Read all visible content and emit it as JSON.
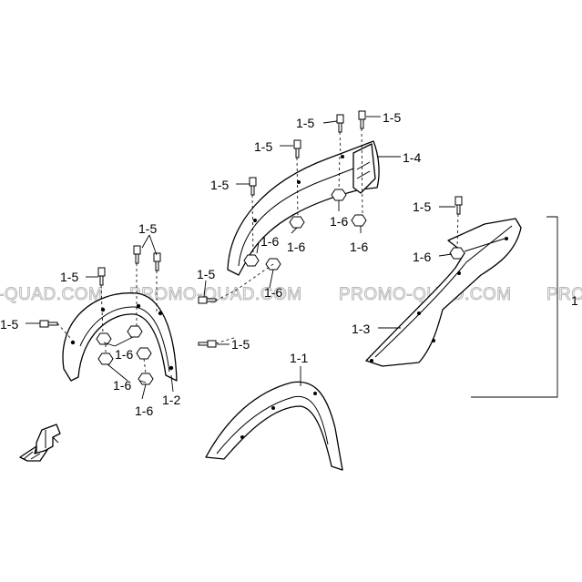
{
  "watermark": {
    "text_1": "-QUAD.COM",
    "text_2": "PROMO-QUAD.COM",
    "text_3": "PROMO-QUAD.COM",
    "text_4": "PRO"
  },
  "callouts": {
    "part_1": "1",
    "part_1_1": "1-1",
    "part_1_2": "1-2",
    "part_1_3": "1-3",
    "part_1_4": "1-4",
    "bolt": "1-5",
    "nut": "1-6"
  },
  "icons": [
    "front-direction-arrow-icon"
  ]
}
